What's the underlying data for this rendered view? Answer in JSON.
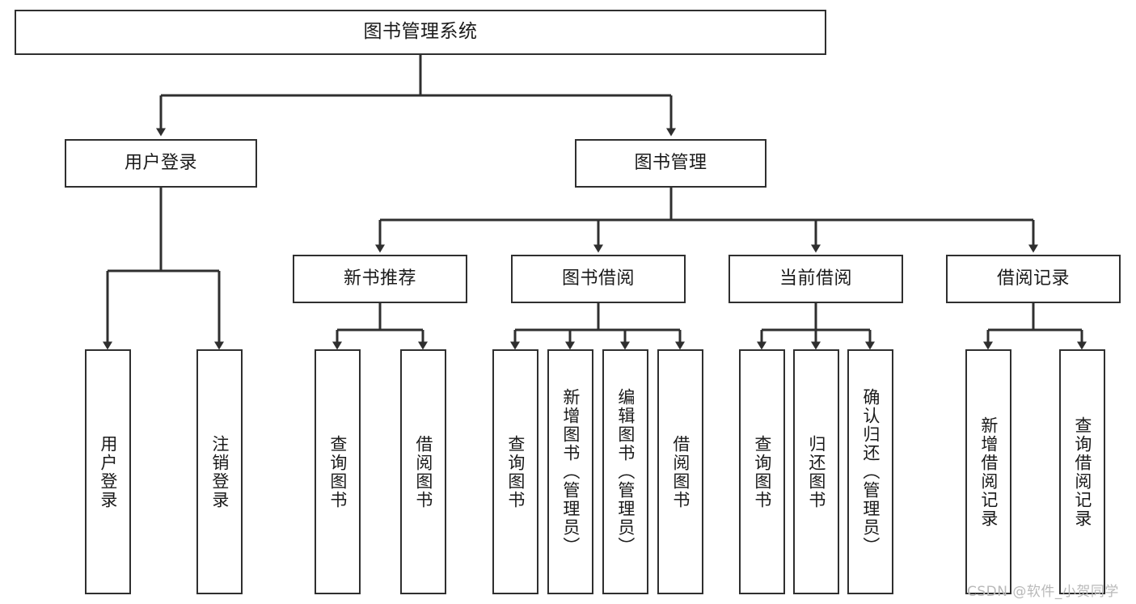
{
  "diagram": {
    "type": "tree-hierarchy",
    "title": "图书管理系统",
    "watermark": "CSDN @软件_小贺同学",
    "colors": {
      "stroke": "#2f2f2f",
      "fill": "#ffffff",
      "text": "#1a1a1a",
      "watermark": "#b9b9b9"
    },
    "nodes": {
      "root": {
        "label": "图书管理系统"
      },
      "level2": [
        {
          "id": "user-login",
          "label": "用户登录"
        },
        {
          "id": "book-manage",
          "label": "图书管理"
        }
      ],
      "level3": [
        {
          "id": "new-book-rec",
          "label": "新书推荐"
        },
        {
          "id": "book-borrow",
          "label": "图书借阅"
        },
        {
          "id": "current-borrow",
          "label": "当前借阅"
        },
        {
          "id": "borrow-record",
          "label": "借阅记录"
        }
      ],
      "leaves": {
        "user-login": [
          {
            "id": "leaf-user-login",
            "label": "用户登录"
          },
          {
            "id": "leaf-user-logout",
            "label": "注销登录"
          }
        ],
        "new-book-rec": [
          {
            "id": "leaf-query-book-1",
            "label": "查询图书"
          },
          {
            "id": "leaf-borrow-book-1",
            "label": "借阅图书"
          }
        ],
        "book-borrow": [
          {
            "id": "leaf-query-book-2",
            "label": "查询图书"
          },
          {
            "id": "leaf-add-book",
            "label": "新增图书（管理员）"
          },
          {
            "id": "leaf-edit-book",
            "label": "编辑图书（管理员）"
          },
          {
            "id": "leaf-borrow-book-2",
            "label": "借阅图书"
          }
        ],
        "current-borrow": [
          {
            "id": "leaf-query-book-3",
            "label": "查询图书"
          },
          {
            "id": "leaf-return-book",
            "label": "归还图书"
          },
          {
            "id": "leaf-confirm-return",
            "label": "确认归还（管理员）"
          }
        ],
        "borrow-record": [
          {
            "id": "leaf-add-record",
            "label": "新增借阅记录"
          },
          {
            "id": "leaf-query-record",
            "label": "查询借阅记录"
          }
        ]
      }
    }
  }
}
